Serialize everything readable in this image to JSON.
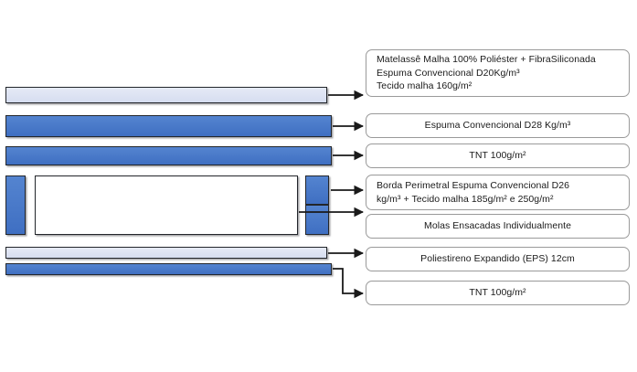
{
  "diagram": {
    "title": "Mattress layer composition cross-section",
    "colors": {
      "foam_light": "#dce3f2",
      "foam_blue": "#4472c4",
      "layer_border": "#23262b",
      "callout_border": "#9a9a9a",
      "connector": "#1a1a1a",
      "text": "#1a1a1a",
      "background": "#ffffff"
    },
    "layers": [
      {
        "name": "top-quilt-layer",
        "fill": "light"
      },
      {
        "name": "comfort-foam-layer",
        "fill": "blue"
      },
      {
        "name": "tnt-upper-layer",
        "fill": "blue"
      },
      {
        "name": "perimeter-border-left",
        "fill": "blue"
      },
      {
        "name": "spring-core",
        "fill": "white"
      },
      {
        "name": "perimeter-border-right-upper",
        "fill": "blue"
      },
      {
        "name": "perimeter-border-right-lower",
        "fill": "blue"
      },
      {
        "name": "eps-base-layer",
        "fill": "light"
      },
      {
        "name": "tnt-bottom-layer",
        "fill": "blue"
      }
    ],
    "callouts": [
      {
        "name": "callout-quilt",
        "align": "left",
        "lines": [
          "Matelassê Malha 100% Poliéster + FibraSiliconada",
          "Espuma Convencional D20Kg/m³",
          "Tecido malha 160g/m²"
        ]
      },
      {
        "name": "callout-foam-d28",
        "align": "center",
        "lines": [
          "Espuma Convencional D28 Kg/m³"
        ]
      },
      {
        "name": "callout-tnt-upper",
        "align": "center",
        "lines": [
          "TNT 100g/m²"
        ]
      },
      {
        "name": "callout-perimeter-border",
        "align": "left",
        "lines": [
          "Borda Perimetral Espuma Convencional D26",
          "kg/m³ + Tecido malha 185g/m² e 250g/m²"
        ]
      },
      {
        "name": "callout-pocket-springs",
        "align": "center",
        "lines": [
          "Molas Ensacadas Individualmente"
        ]
      },
      {
        "name": "callout-eps",
        "align": "center",
        "lines": [
          "Poliestireno Expandido (EPS) 12cm"
        ]
      },
      {
        "name": "callout-tnt-bottom",
        "align": "center",
        "lines": [
          "TNT 100g/m²"
        ]
      }
    ]
  }
}
